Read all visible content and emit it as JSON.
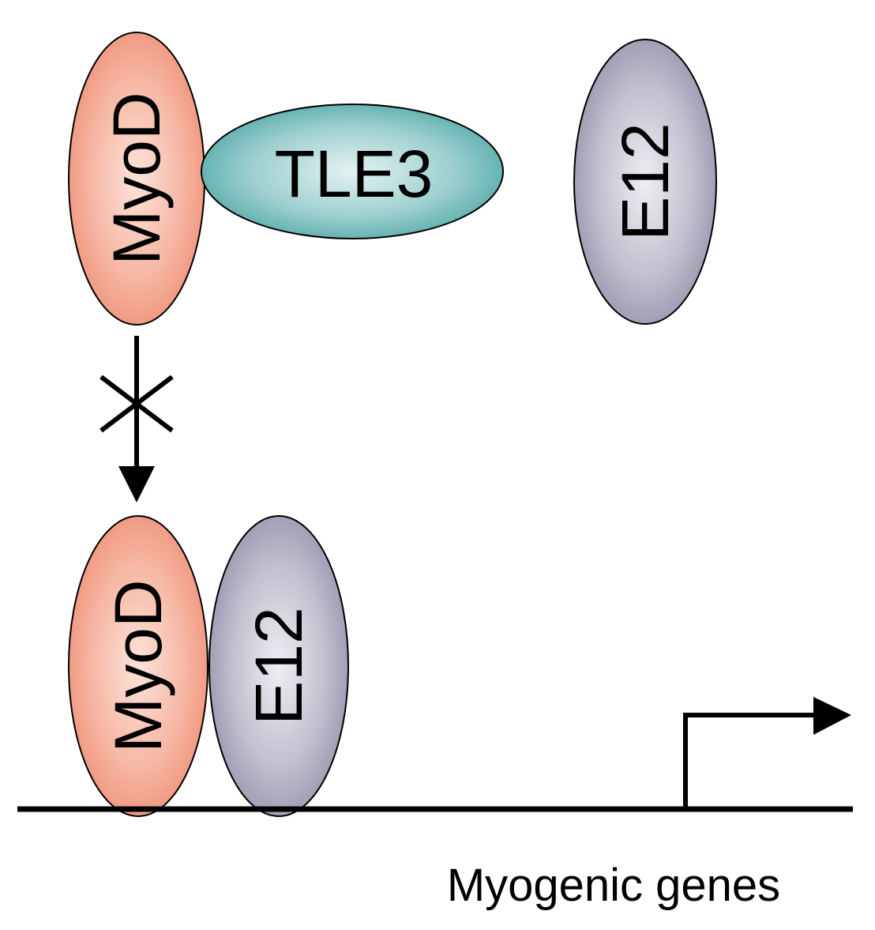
{
  "labels": {
    "myod_top": "MyoD",
    "tle3": "TLE3",
    "e12_top": "E12",
    "myod_bottom": "MyoD",
    "e12_bottom": "E12",
    "genes_caption": "Myogenic genes"
  },
  "colors": {
    "myod": "#f08f75",
    "tle3": "#4aa8a6",
    "e12": "#938ea8",
    "line": "#000000"
  }
}
